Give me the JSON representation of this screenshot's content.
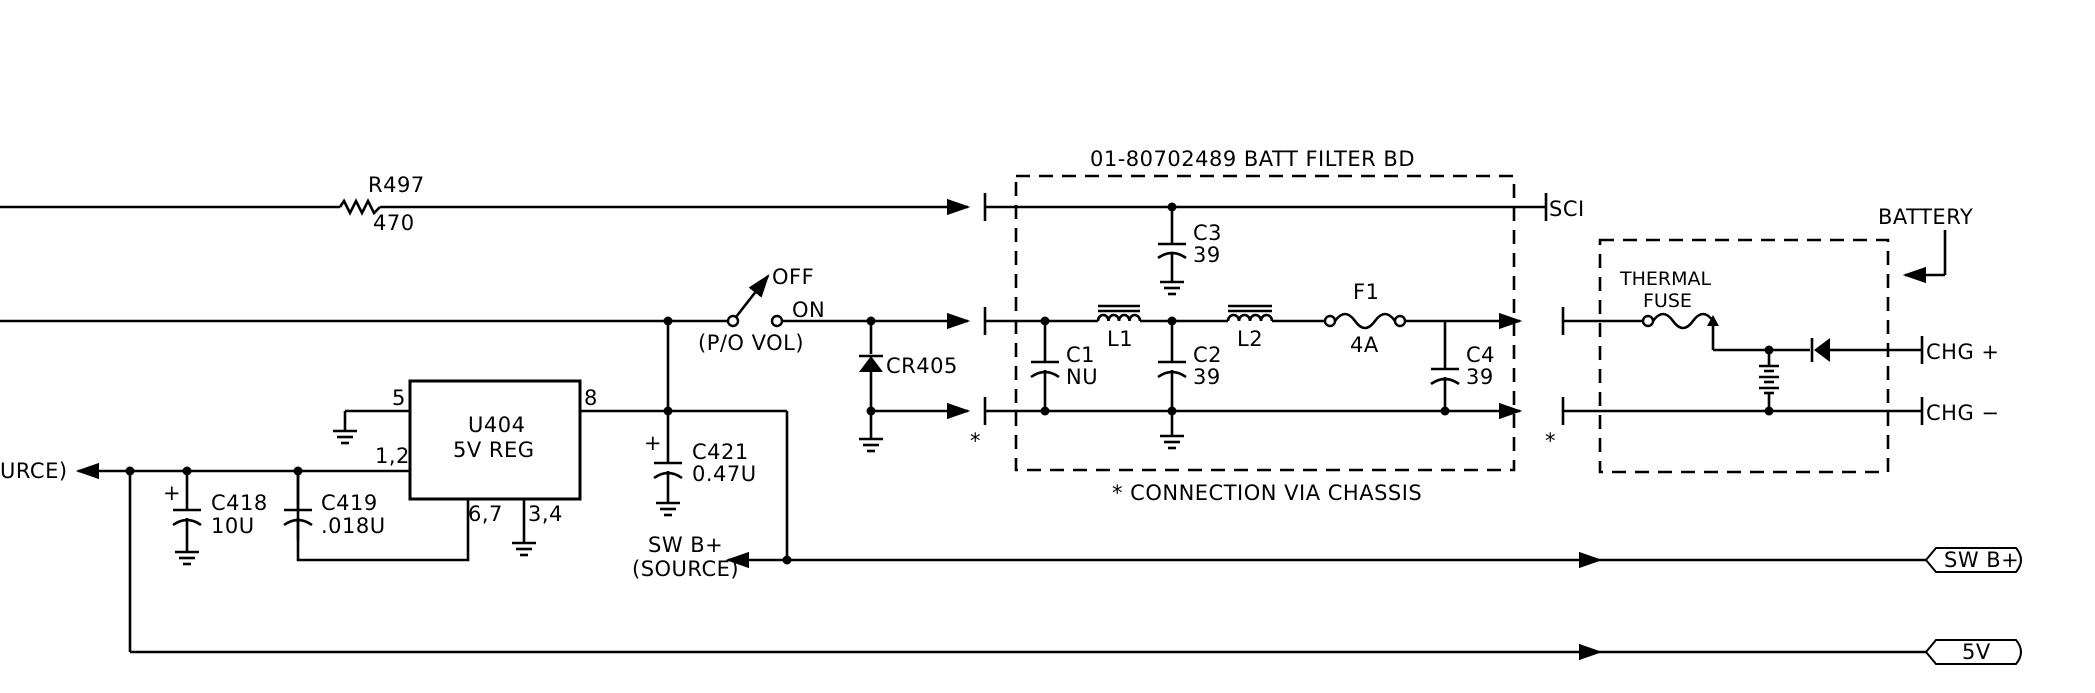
{
  "board": {
    "title": "01-80702489 BATT FILTER BD",
    "footnote": "* CONNECTION VIA CHASSIS",
    "star": "*"
  },
  "components": {
    "r497": {
      "ref": "R497",
      "value": "470"
    },
    "c3": {
      "ref": "C3",
      "value": "39"
    },
    "c1": {
      "ref": "C1",
      "value": "NU"
    },
    "l1": {
      "ref": "L1"
    },
    "c2": {
      "ref": "C2",
      "value": "39"
    },
    "l2": {
      "ref": "L2"
    },
    "f1": {
      "ref": "F1",
      "value": "4A"
    },
    "c4": {
      "ref": "C4",
      "value": "39"
    },
    "cr405": {
      "ref": "CR405"
    },
    "u404": {
      "ref": "U404",
      "desc": "5V REG",
      "pin_in": "5",
      "pin_out": "8",
      "pin_a": "1,2",
      "pin_b": "6,7",
      "pin_c": "3,4"
    },
    "c418": {
      "ref": "C418",
      "value": "10U",
      "pol": "+"
    },
    "c419": {
      "ref": "C419",
      "value": ".018U"
    },
    "c421": {
      "ref": "C421",
      "value": "0.47U",
      "pol": "+"
    },
    "switch": {
      "off": "OFF",
      "on": "ON",
      "name": "(P/O VOL)"
    },
    "thermal_fuse": {
      "line1": "THERMAL",
      "line2": "FUSE"
    }
  },
  "labels": {
    "sci": "SCI",
    "battery": "BATTERY",
    "chg_plus": "CHG +",
    "chg_minus": "CHG −",
    "source_left": "URCE)",
    "swb_line1": "SW B+",
    "swb_line2": "(SOURCE)",
    "swb_offpage": "SW B+",
    "v5_offpage": "5V"
  }
}
